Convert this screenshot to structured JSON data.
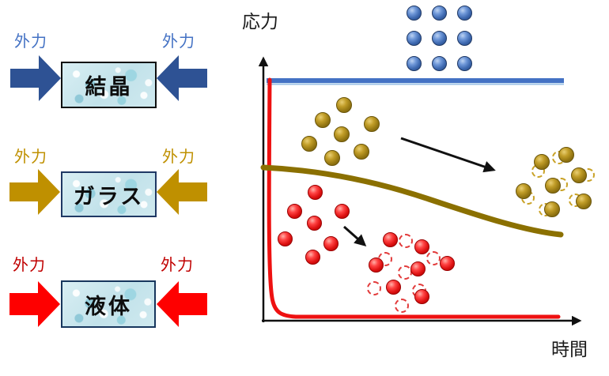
{
  "left_panel": {
    "force_label": "外力",
    "materials": [
      {
        "name": "結晶",
        "label_color": "#4472c4",
        "arrow_color": "#2e5294"
      },
      {
        "name": "ガラス",
        "label_color": "#bf9000",
        "arrow_color": "#bf9000"
      },
      {
        "name": "液体",
        "label_color": "#c00000",
        "arrow_color": "#fe0000"
      }
    ]
  },
  "chart": {
    "y_axis_label": "応力",
    "x_axis_label": "時間",
    "line_colors": {
      "crystal": "#4472c4",
      "glass": "#8b7000",
      "liquid": "#ee1111"
    }
  },
  "chart_data": {
    "type": "line",
    "title": "",
    "xlabel": "時間",
    "ylabel": "応力",
    "axis_ticks": "none (schematic)",
    "grid": false,
    "legend": "none (color-coded to left panel)",
    "series": [
      {
        "name": "結晶",
        "color": "#4472c4",
        "behavior": "constant stress over time",
        "x": [
          0,
          1
        ],
        "y": [
          1.0,
          1.0
        ]
      },
      {
        "name": "ガラス",
        "color": "#8b7000",
        "behavior": "slow gradual stress relaxation",
        "x": [
          0,
          0.2,
          0.4,
          0.6,
          0.8,
          1
        ],
        "y": [
          0.64,
          0.62,
          0.55,
          0.44,
          0.38,
          0.36
        ]
      },
      {
        "name": "液体",
        "color": "#ee1111",
        "behavior": "immediate stress relaxation to ~0",
        "x": [
          0,
          0.03,
          0.08,
          1
        ],
        "y": [
          1.0,
          0.3,
          0.02,
          0.02
        ]
      }
    ]
  },
  "particles": {
    "groups": [
      {
        "id": "crystal-lattice",
        "color": "blue",
        "diameter": 19,
        "ghost_diameter": 0,
        "solids": [
          [
            523,
            16
          ],
          [
            555,
            16
          ],
          [
            587,
            16
          ],
          [
            523,
            48
          ],
          [
            555,
            48
          ],
          [
            587,
            48
          ],
          [
            523,
            80
          ],
          [
            555,
            80
          ],
          [
            587,
            80
          ]
        ],
        "ghosts": []
      },
      {
        "id": "glass-initial",
        "color": "gold",
        "diameter": 20,
        "ghost_diameter": 17,
        "solids": [
          [
            435,
            133
          ],
          [
            408,
            152
          ],
          [
            470,
            157
          ],
          [
            432,
            170
          ],
          [
            391,
            182
          ],
          [
            457,
            192
          ],
          [
            420,
            200
          ]
        ],
        "ghosts": []
      },
      {
        "id": "glass-relaxed",
        "color": "gold",
        "diameter": 20,
        "ghost_diameter": 17,
        "solids": [
          [
            685,
            205
          ],
          [
            716,
            196
          ],
          [
            732,
            222
          ],
          [
            699,
            235
          ],
          [
            662,
            242
          ],
          [
            698,
            265
          ],
          [
            738,
            255
          ]
        ],
        "ghosts": [
          [
            680,
            216
          ],
          [
            706,
            199
          ],
          [
            743,
            221
          ],
          [
            709,
            233
          ],
          [
            667,
            250
          ],
          [
            689,
            265
          ],
          [
            727,
            253
          ]
        ]
      },
      {
        "id": "liquid-initial",
        "color": "red",
        "diameter": 19,
        "ghost_diameter": 18,
        "solids": [
          [
            398,
            243
          ],
          [
            372,
            267
          ],
          [
            432,
            267
          ],
          [
            397,
            282
          ],
          [
            360,
            302
          ],
          [
            418,
            308
          ],
          [
            395,
            325
          ]
        ],
        "ghosts": []
      },
      {
        "id": "liquid-flowing",
        "color": "red",
        "diameter": 19,
        "ghost_diameter": 18,
        "solids": [
          [
            493,
            303
          ],
          [
            533,
            312
          ],
          [
            475,
            335
          ],
          [
            565,
            333
          ],
          [
            528,
            340
          ],
          [
            497,
            363
          ],
          [
            533,
            375
          ]
        ],
        "ghosts": [
          [
            513,
            305
          ],
          [
            487,
            328
          ],
          [
            548,
            327
          ],
          [
            512,
            345
          ],
          [
            473,
            365
          ],
          [
            530,
            368
          ],
          [
            508,
            387
          ]
        ]
      }
    ]
  }
}
